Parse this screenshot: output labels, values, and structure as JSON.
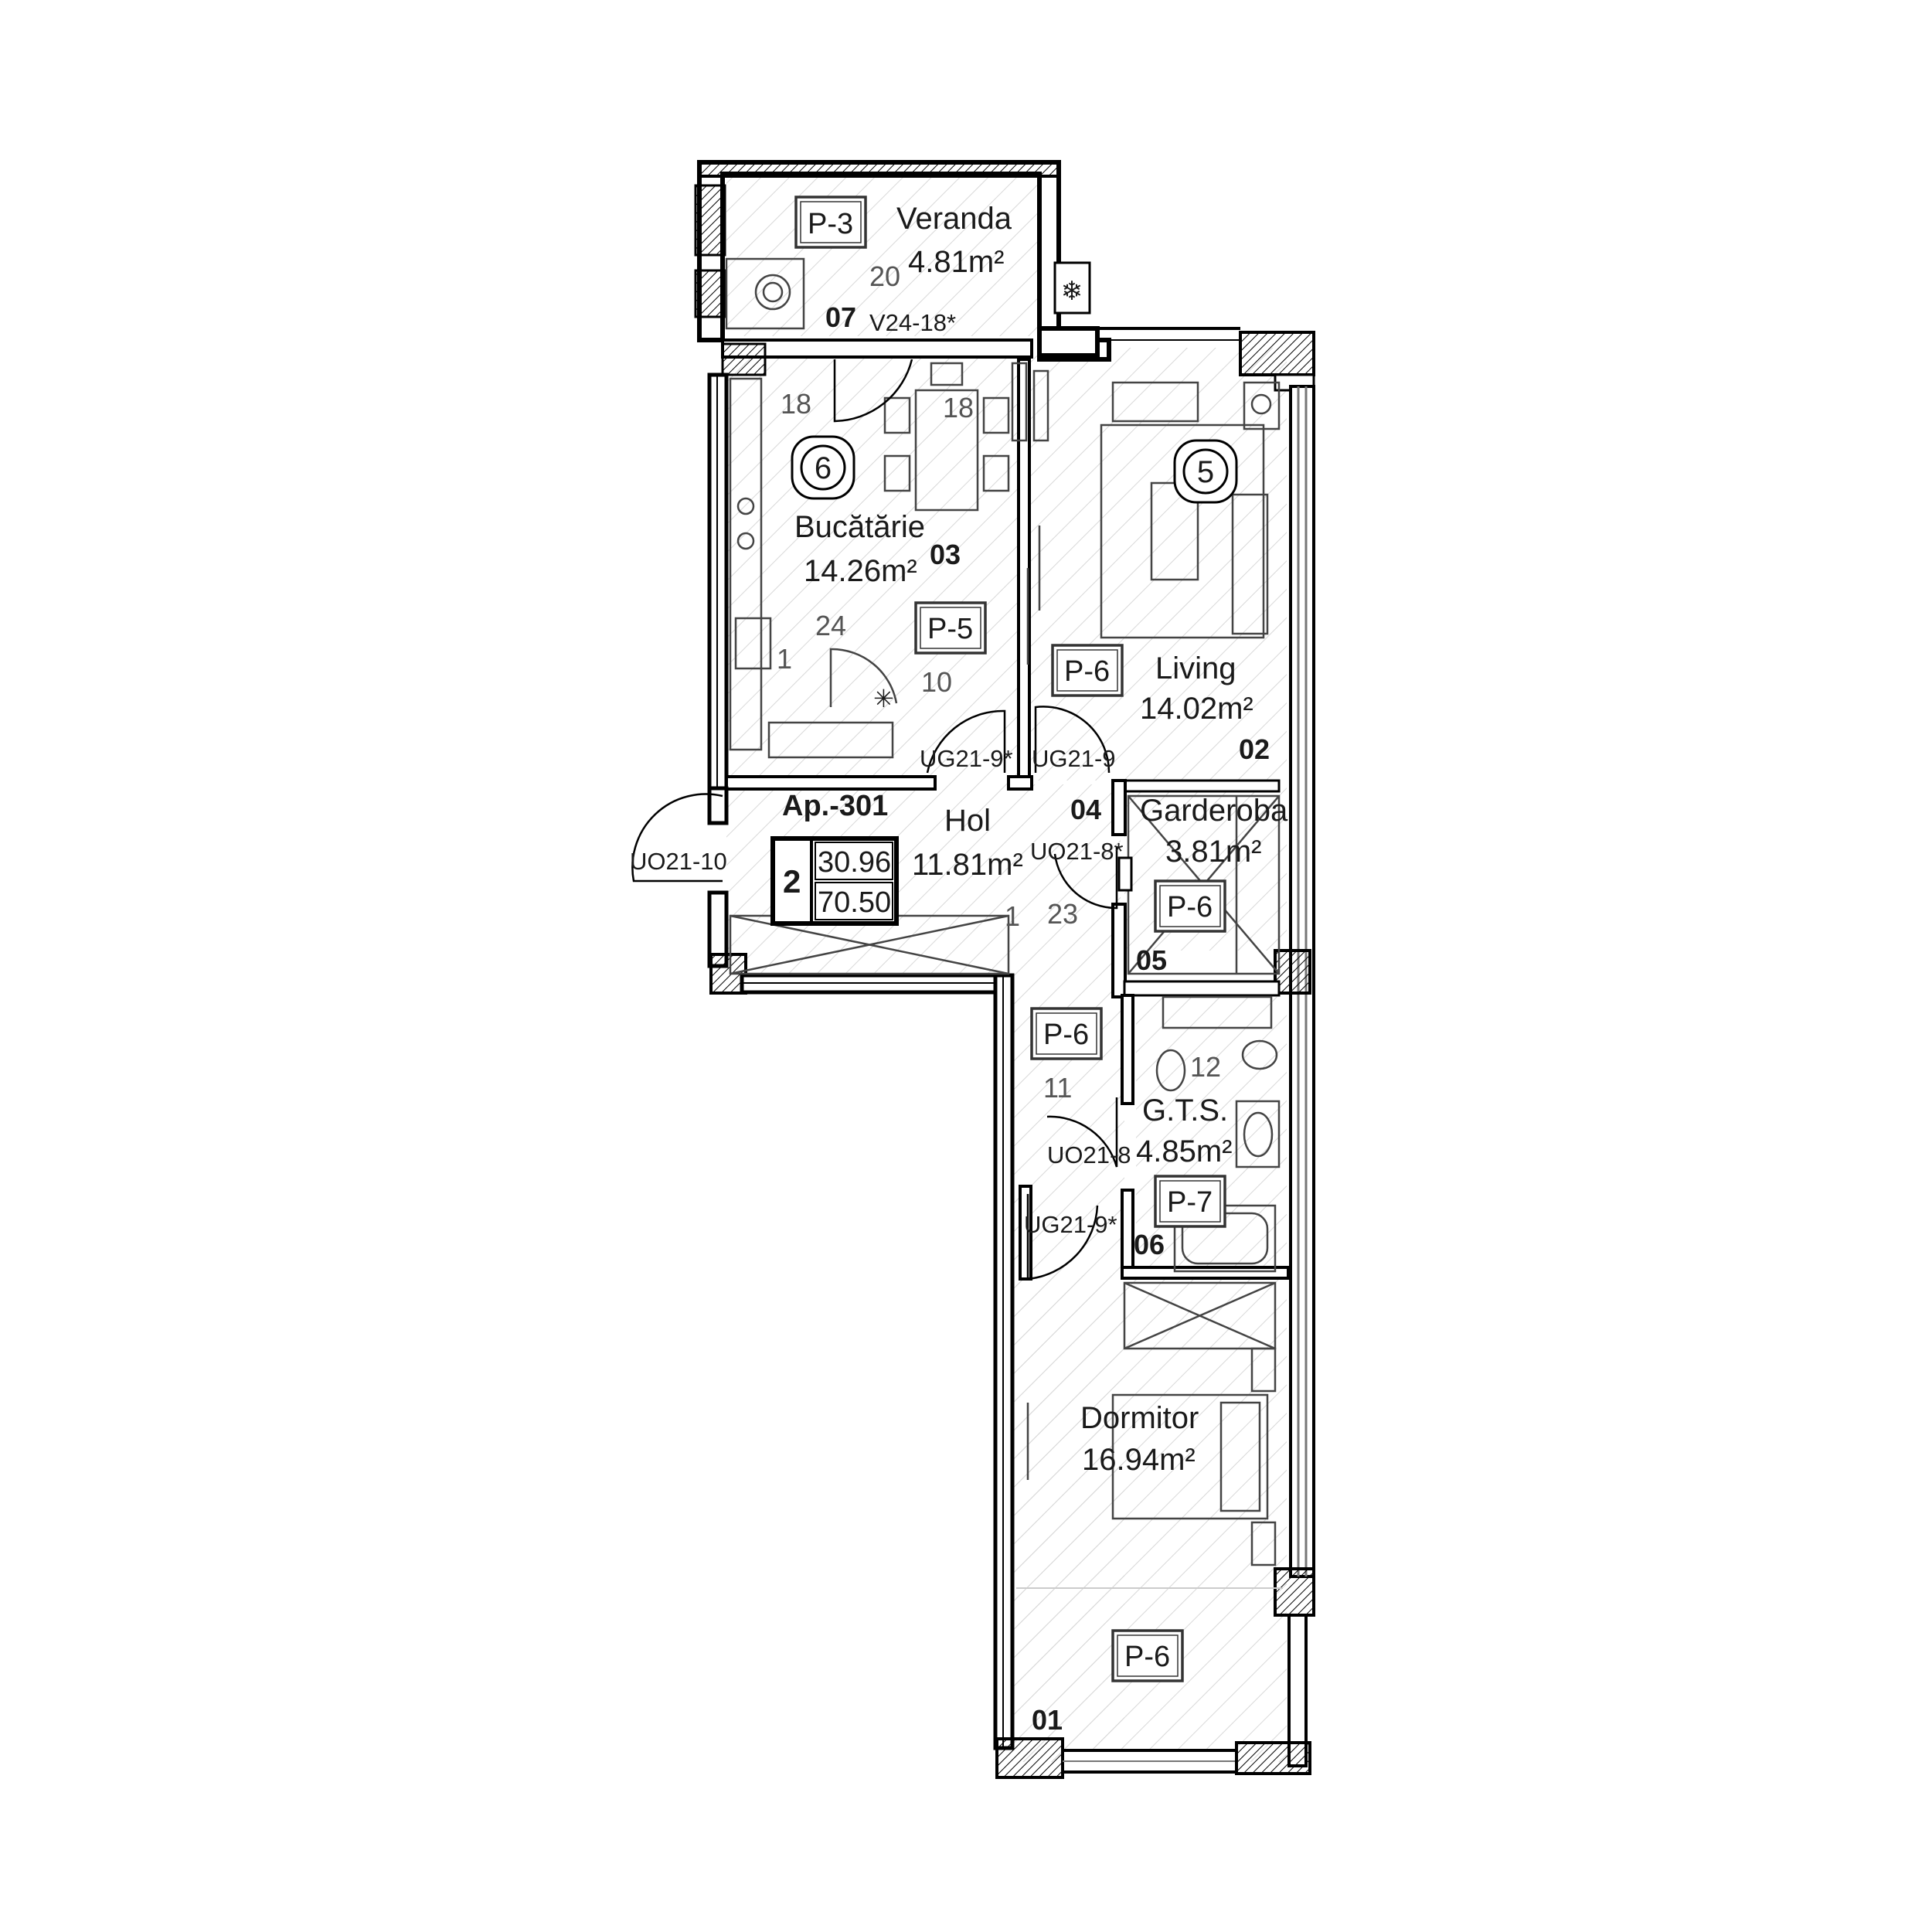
{
  "rooms": {
    "veranda": {
      "name": "Veranda",
      "area": "4.81m²",
      "number": "07"
    },
    "kitchen": {
      "name": "Bucătărie",
      "area": "14.26m²",
      "number": "03"
    },
    "living": {
      "name": "Living",
      "area": "14.02m²",
      "number": "02"
    },
    "hall": {
      "name": "Hol",
      "area": "11.81m²",
      "number": "04"
    },
    "wardrobe": {
      "name": "Garderoba",
      "area": "3.81m²",
      "number": "05"
    },
    "bathroom": {
      "name": "G.T.S.",
      "area": "4.85m²",
      "number": "06"
    },
    "bedroom": {
      "name": "Dormitor",
      "area": "16.94m²",
      "number": "01"
    }
  },
  "tags": {
    "veranda": "P-3",
    "kitchen": "P-5",
    "living": "P-6",
    "wardrobe": "P-6",
    "corridor": "P-6",
    "bathroom": "P-7",
    "bedroom": "P-6"
  },
  "circles": {
    "kitchen": "6",
    "living": "5"
  },
  "apartment": {
    "label": "Ap.-301",
    "rooms": "2",
    "living_area": "30.96",
    "total_area": "70.50"
  },
  "doors": {
    "entry": "UO21-10",
    "kitchen": "UG21-9*",
    "living": "UG21-9",
    "wardrobe": "UO21-8*",
    "bathroom": "UO21-8",
    "bedroom": "UG21-9*",
    "veranda_window": "V24-18*"
  },
  "dimensions": {
    "d20": "20",
    "d18a": "18",
    "d18b": "18",
    "d24": "24",
    "d1a": "1",
    "d10": "10",
    "d23": "23",
    "d1b": "1",
    "d11": "11",
    "d12": "12"
  },
  "icons": {
    "snowflake": "snowflake-icon",
    "star": "asterisk-icon"
  }
}
